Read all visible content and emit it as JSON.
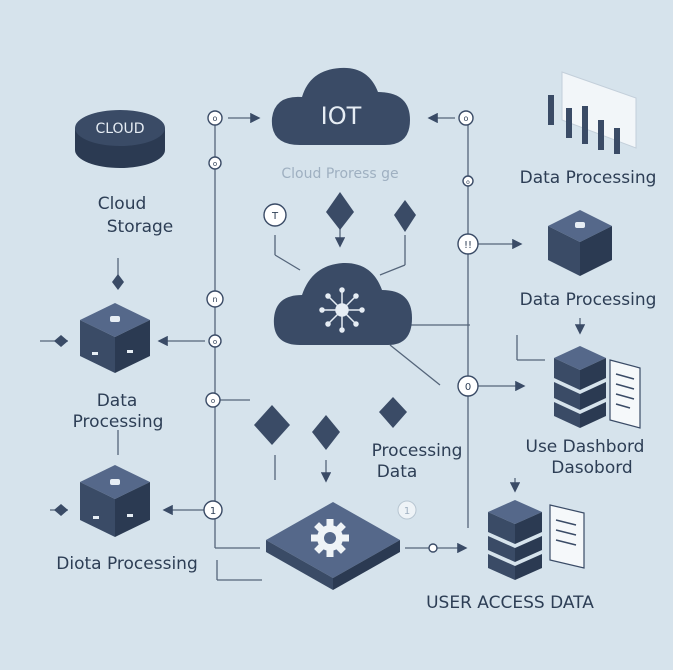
{
  "nodes": {
    "cloud_storage_disk": "CLOUD",
    "cloud_storage_caption_1": "Cloud",
    "cloud_storage_caption_2": "Storage",
    "iot_cloud": "IOT",
    "iot_faint_caption": "Cloud Proress ge",
    "data_processing_right_1": "Data Processing",
    "data_processing_right_2": "Data Processing",
    "data_processing_left_1": "Data",
    "data_processing_left_2": "Processing",
    "processing_data_1": "Processing",
    "processing_data_2": "Data",
    "dashboard_1": "Use  Dashbord",
    "dashboard_2": "Dasobord",
    "diota_processing": "Diota Processing",
    "user_access_data": "USER ACCESS DATA"
  },
  "connector_glyphs": {
    "top_left": "o",
    "upper_left": "o",
    "mid_left_1": "n",
    "mid_left_2": "o",
    "lower_left": "o",
    "bottom_left": "1",
    "t_circle": "T",
    "right_1": "o",
    "right_2": "o",
    "right_3": "!!",
    "right_4": "0",
    "bottom_mid": "1"
  },
  "colors": {
    "background": "#d6e3ec",
    "node": "#3a4b66",
    "text": "#2d3e55"
  }
}
